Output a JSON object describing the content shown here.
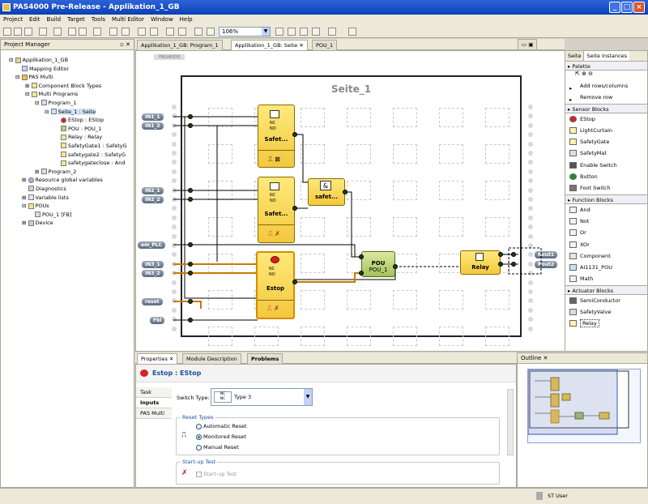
{
  "window": {
    "title": "PAS4000 Pre-Release - Applikation_1_GB"
  },
  "menu": [
    "Project",
    "Edit",
    "Build",
    "Target",
    "Tools",
    "Multi Editor",
    "Window",
    "Help"
  ],
  "toolbar": {
    "zoom_value": "106%"
  },
  "project_manager": {
    "title": "Project Manager",
    "tree": [
      "Applikation_1_GB",
      "Mapping Editor",
      "PAS Multi",
      "Component Block Types",
      "Multi Programs",
      "Program_1",
      "Seite_1 : Seite",
      "EStop : EStop",
      "POU : POU_1",
      "Relay : Relay",
      "SafetyGate1 : SafetyG",
      "safetygate2 : SafetyG",
      "safetygateclose : And",
      "Program_2",
      "Resource global variables",
      "Diagnostics",
      "Variable lists",
      "POUs",
      "POU_1 [FB]",
      "Device"
    ]
  },
  "editor_tabs": [
    "Applikation_1_GB: Program_1",
    "Applikation_1_GB: Seite",
    "POU_1"
  ],
  "editor": {
    "crumb": "PAS4000",
    "page_title": "Seite_1",
    "right_tabs": [
      "Seite",
      "Seite Instances"
    ],
    "inputs": [
      "IN1_1",
      "IN1_2",
      "IN2_1",
      "IN2_2",
      "em_PLC",
      "IN3_1",
      "IN3_2",
      "reset",
      "Fbl"
    ],
    "outputs": [
      "Rout1",
      "Rout2"
    ],
    "blocks": {
      "safety1": "Safet...",
      "safety2": "Safet...",
      "and_block": "safet...",
      "and_symbol": "&",
      "estop": "Estop",
      "pou_title": "POU",
      "pou_sub": "POU_1",
      "relay": "Relay"
    },
    "port_labels": {
      "nc": "NC",
      "no": "NO"
    }
  },
  "palette": {
    "title": "Palette",
    "top_items": [
      "Add rows/columns",
      "Remove row"
    ],
    "sections": [
      {
        "name": "Sensor Blocks",
        "items": [
          "EStop",
          "LightCurtain",
          "SafetyGate",
          "SafetyMat",
          "Enable Switch",
          "Button",
          "Foot Switch"
        ]
      },
      {
        "name": "Function Blocks",
        "items": [
          "And",
          "Not",
          "Or",
          "XOr",
          "Component",
          "AI1131_POU",
          "Math"
        ]
      },
      {
        "name": "Actuator Blocks",
        "items": [
          "SemiConductor",
          "SafetyValve",
          "Relay"
        ]
      }
    ]
  },
  "bottom_tabs": [
    "Properties",
    "Module Description",
    "Problems"
  ],
  "properties": {
    "header": "Estop : EStop",
    "side_tabs": [
      "Task",
      "Inputs",
      "PAS Multi"
    ],
    "switch_type_label": "Switch Type:",
    "switch_type_value": "Type 3",
    "reset_group": "Reset Types",
    "reset_options": [
      "Automatic Reset",
      "Monitored Reset",
      "Manual Reset"
    ],
    "reset_selected": 1,
    "startup_group": "Start-up Test",
    "startup_check": "Start-up Test"
  },
  "outline": {
    "title": "Outline"
  },
  "status": {
    "user": "ST User"
  },
  "colors": {
    "title_bar": "#0a3fb6",
    "block_yellow": "#f2c83e",
    "block_green": "#a3c25b",
    "wire_orange": "#c97a00"
  }
}
